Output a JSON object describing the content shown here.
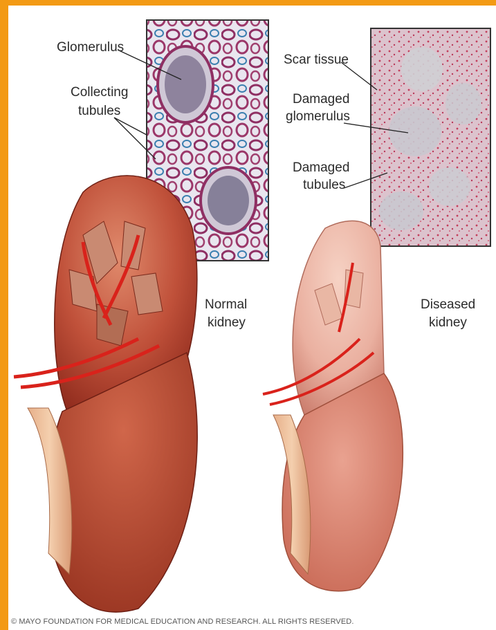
{
  "labels": {
    "glomerulus": "Glomerulus",
    "collecting_tubules_1": "Collecting",
    "collecting_tubules_2": "tubules",
    "scar_tissue": "Scar tissue",
    "damaged_glomerulus_1": "Damaged",
    "damaged_glomerulus_2": "glomerulus",
    "damaged_tubules_1": "Damaged",
    "damaged_tubules_2": "tubules",
    "normal_kidney_1": "Normal",
    "normal_kidney_2": "kidney",
    "diseased_kidney_1": "Diseased",
    "diseased_kidney_2": "kidney"
  },
  "copyright": "© MAYO FOUNDATION FOR MEDICAL EDUCATION AND RESEARCH. ALL RIGHTS RESERVED.",
  "colors": {
    "frame_orange": "#f39a14",
    "normal_kidney": "#b9442a",
    "diseased_kidney": "#e8a08e",
    "healthy_tissue": "#a23a6b",
    "scar_tissue": "#d9b3c3"
  }
}
